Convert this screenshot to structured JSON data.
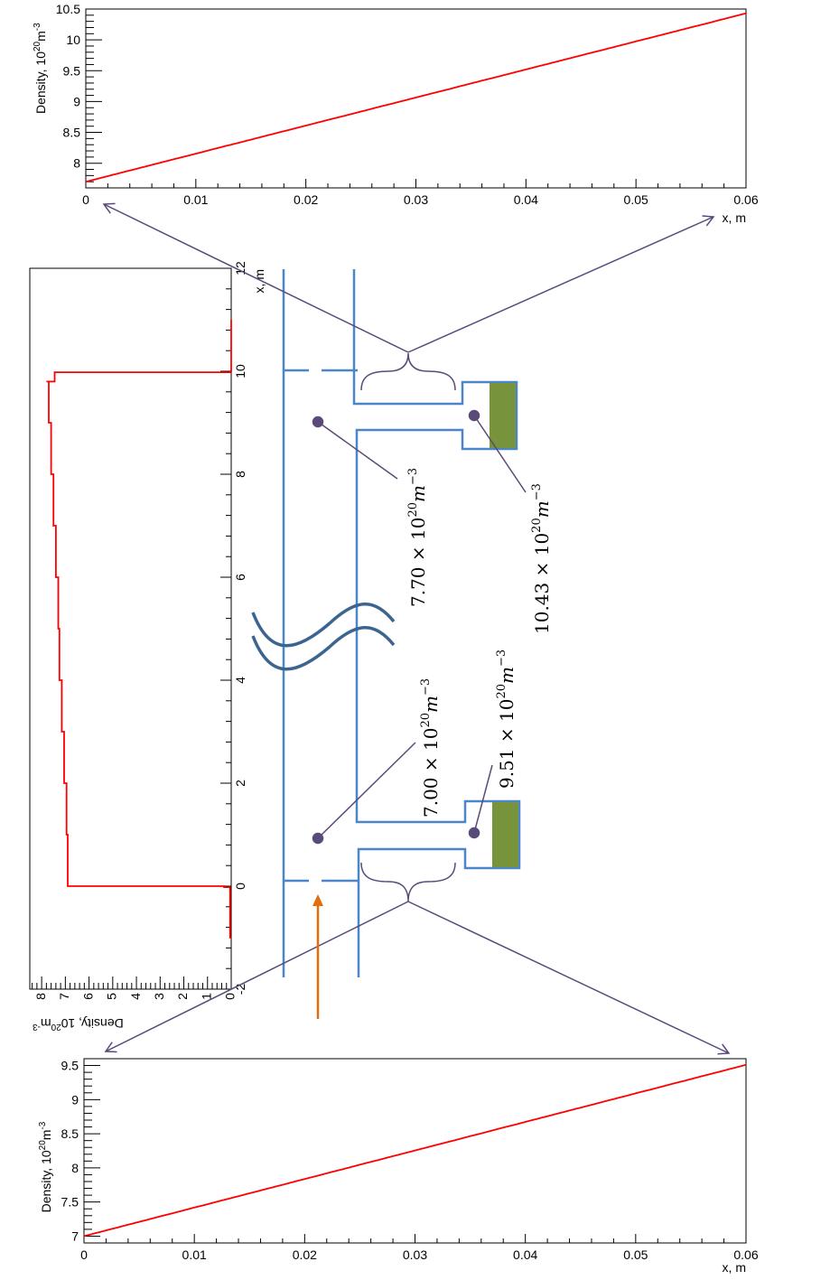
{
  "chart_data": [
    {
      "id": "top",
      "type": "line",
      "xlabel": "x, m",
      "ylabel_base": "Density, 10",
      "ylabel_exp1": "20",
      "ylabel_unit": "m",
      "ylabel_exp2": "-3",
      "xlim": [
        0,
        0.06
      ],
      "ylim": [
        7.6,
        10.5
      ],
      "x_ticks": [
        0,
        0.01,
        0.02,
        0.03,
        0.04,
        0.05,
        0.06
      ],
      "x_tick_labels": [
        "0",
        "0.01",
        "0.02",
        "0.03",
        "0.04",
        "0.05",
        "0.06"
      ],
      "y_ticks": [
        8,
        8.5,
        9,
        9.5,
        10,
        10.5
      ],
      "y_tick_labels": [
        "8",
        "8.5",
        "9",
        "9.5",
        "10",
        "10.5"
      ],
      "series": [
        {
          "color": "#ff0000",
          "x": [
            0,
            0.06
          ],
          "y": [
            7.7,
            10.43
          ]
        }
      ]
    },
    {
      "id": "bottom",
      "type": "line",
      "xlabel": "x, m",
      "ylabel_base": "Density, 10",
      "ylabel_exp1": "20",
      "ylabel_unit": "m",
      "ylabel_exp2": "-3",
      "xlim": [
        0,
        0.06
      ],
      "ylim": [
        6.9,
        9.6
      ],
      "x_ticks": [
        0,
        0.01,
        0.02,
        0.03,
        0.04,
        0.05,
        0.06
      ],
      "x_tick_labels": [
        "0",
        "0.01",
        "0.02",
        "0.03",
        "0.04",
        "0.05",
        "0.06"
      ],
      "y_ticks": [
        7,
        7.5,
        8,
        8.5,
        9,
        9.5
      ],
      "y_tick_labels": [
        "7",
        "7.5",
        "8",
        "8.5",
        "9",
        "9.5"
      ],
      "series": [
        {
          "color": "#ff0000",
          "x": [
            0,
            0.06
          ],
          "y": [
            7.0,
            9.51
          ]
        }
      ]
    },
    {
      "id": "left-rotated",
      "type": "line",
      "orientation": "rotated-90",
      "xlabel": "x, m",
      "ylabel_base": "Density, 10",
      "ylabel_exp1": "20",
      "ylabel_unit": "m",
      "ylabel_exp2": "-3",
      "xlim": [
        -2,
        12
      ],
      "ylim": [
        0,
        8.5
      ],
      "x_ticks": [
        -2,
        0,
        2,
        4,
        6,
        8,
        10,
        12
      ],
      "x_tick_labels": [
        "-2",
        "0",
        "2",
        "4",
        "6",
        "8",
        "10",
        "12"
      ],
      "y_ticks": [
        0,
        1,
        2,
        3,
        4,
        5,
        6,
        7,
        8
      ],
      "y_tick_labels": [
        "0",
        "1",
        "2",
        "3",
        "4",
        "5",
        "6",
        "7",
        "8"
      ],
      "series": [
        {
          "color": "#ff0000",
          "x": [
            -1.0,
            -1.0,
            -0.02,
            -0.02,
            0,
            0,
            1,
            2,
            3,
            4,
            5,
            6,
            7,
            8,
            9,
            9.8,
            9.8,
            9.98,
            9.98,
            10.0,
            10.0,
            11.0
          ],
          "y": [
            0,
            0.05,
            0.05,
            0.3,
            0.3,
            6.9,
            6.95,
            7.05,
            7.15,
            7.25,
            7.3,
            7.4,
            7.5,
            7.6,
            7.7,
            7.8,
            7.45,
            7.45,
            0.05,
            0.05,
            0,
            0
          ]
        }
      ]
    }
  ],
  "annotations": [
    {
      "mantissa": "7.70",
      "exponent": "20",
      "unit_exp": "−3"
    },
    {
      "mantissa": "10.43",
      "exponent": "20",
      "unit_exp": "−3"
    },
    {
      "mantissa": "7.00",
      "exponent": "20",
      "unit_exp": "−3"
    },
    {
      "mantissa": "9.51",
      "exponent": "20",
      "unit_exp": "−3"
    }
  ],
  "colors": {
    "curve": "#ff0000",
    "geometry": "#4a86c8",
    "pointer": "#5a4a7a",
    "wall": "#77933c",
    "inlet_arrow": "#e46c0a",
    "break_mark": "#3c6490"
  }
}
